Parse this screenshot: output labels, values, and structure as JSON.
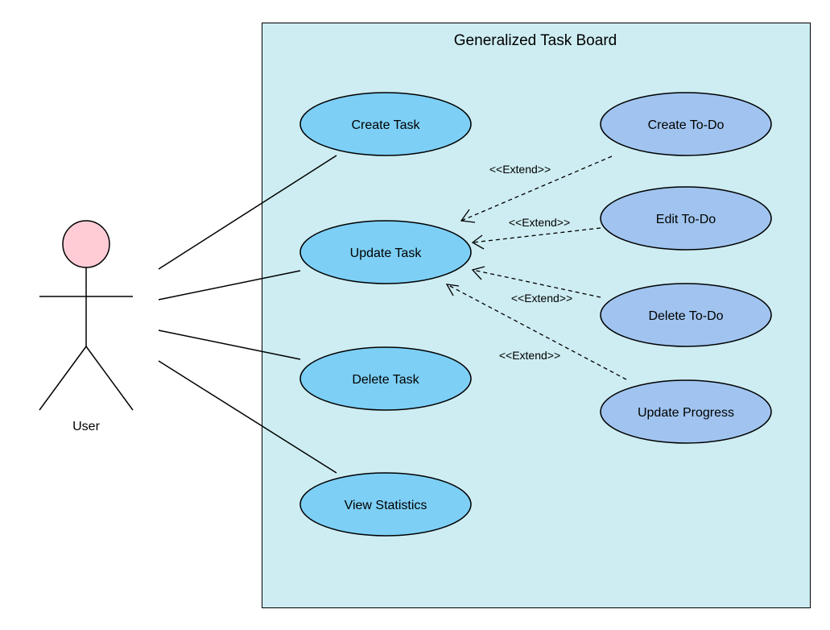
{
  "diagram": {
    "system_title": "Generalized Task Board",
    "actor": {
      "label": "User"
    },
    "use_cases": {
      "create_task": "Create Task",
      "update_task": "Update Task",
      "delete_task": "Delete Task",
      "view_statistics": "View Statistics",
      "create_todo": "Create To-Do",
      "edit_todo": "Edit To-Do",
      "delete_todo": "Delete To-Do",
      "update_progress": "Update Progress"
    },
    "relations": {
      "extend_1": "<<Extend>>",
      "extend_2": "<<Extend>>",
      "extend_3": "<<Extend>>",
      "extend_4": "<<Extend>>"
    }
  },
  "colors": {
    "system_fill": "#cdedf2",
    "primary_use_case_fill": "#7dcff5",
    "extension_use_case_fill": "#a0c4ef",
    "actor_head_fill": "#ffccd5",
    "stroke": "#000000"
  }
}
